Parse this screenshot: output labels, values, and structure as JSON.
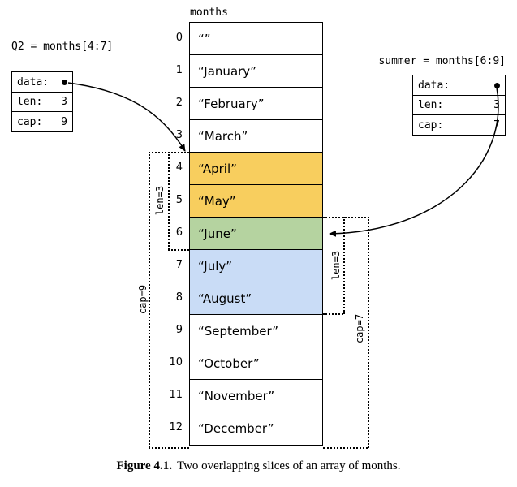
{
  "colors": {
    "yellow": "#f8ce5e",
    "green": "#b5d3a0",
    "blue": "#c9dcf6",
    "line": "#000000"
  },
  "array": {
    "label": "months",
    "cells": [
      {
        "index": "0",
        "value": "“”",
        "fill": null
      },
      {
        "index": "1",
        "value": "“January”",
        "fill": null
      },
      {
        "index": "2",
        "value": "“February”",
        "fill": null
      },
      {
        "index": "3",
        "value": "“March”",
        "fill": null
      },
      {
        "index": "4",
        "value": "“April”",
        "fill": "yellow"
      },
      {
        "index": "5",
        "value": "“May”",
        "fill": "yellow"
      },
      {
        "index": "6",
        "value": "“June”",
        "fill": "green"
      },
      {
        "index": "7",
        "value": "“July”",
        "fill": "blue"
      },
      {
        "index": "8",
        "value": "“August”",
        "fill": "blue"
      },
      {
        "index": "9",
        "value": "“September”",
        "fill": null
      },
      {
        "index": "10",
        "value": "“October”",
        "fill": null
      },
      {
        "index": "11",
        "value": "“November”",
        "fill": null
      },
      {
        "index": "12",
        "value": "“December”",
        "fill": null
      }
    ]
  },
  "left_slice": {
    "title": "Q2 = months[4:7]",
    "fields": [
      {
        "label": "data:",
        "value": "",
        "dot": true
      },
      {
        "label": "len:",
        "value": "3",
        "dot": false
      },
      {
        "label": "cap:",
        "value": "9",
        "dot": false
      }
    ]
  },
  "right_slice": {
    "title": "summer = months[6:9]",
    "fields": [
      {
        "label": "data:",
        "value": "",
        "dot": true
      },
      {
        "label": "len:",
        "value": "3",
        "dot": false
      },
      {
        "label": "cap:",
        "value": "7",
        "dot": false
      }
    ]
  },
  "brackets": {
    "left_len": "len=3",
    "left_cap": "cap=9",
    "right_len": "len=3",
    "right_cap": "cap=7"
  },
  "caption": {
    "label": "Figure 4.1.",
    "text": "Two overlapping slices of an array of months."
  }
}
